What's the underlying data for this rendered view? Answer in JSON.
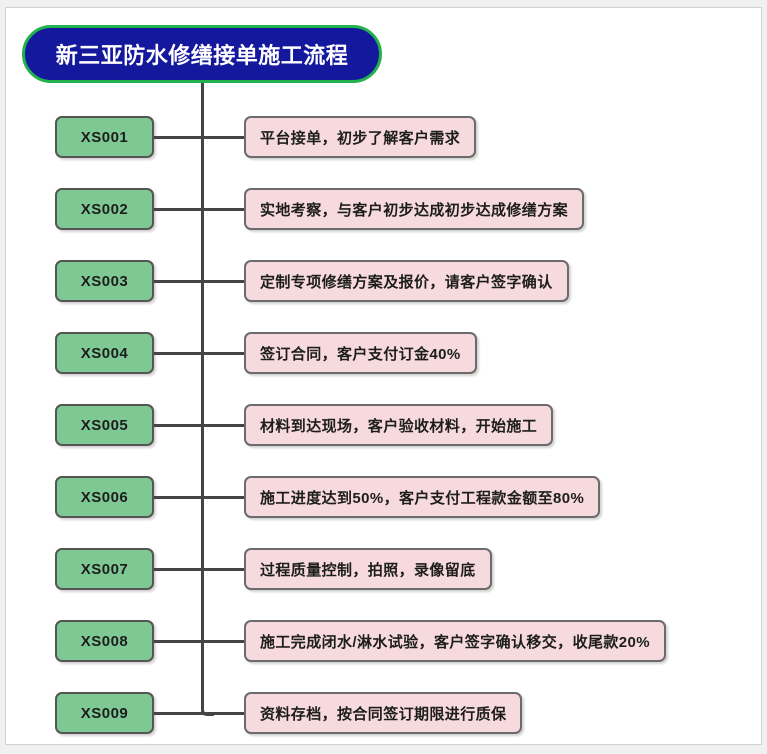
{
  "title": {
    "text": "新三亚防水修缮接单施工流程"
  },
  "colors": {
    "title_fill": "#14189C",
    "title_border": "#22B14C",
    "title_text": "#FFFFFF",
    "id_box_fill": "#7EC894",
    "id_box_border": "#555555",
    "desc_box_fill": "#F7DADE",
    "desc_box_border": "#6B6B6B",
    "connector": "#444444",
    "canvas_bg": "#FFFFFF",
    "page_bg": "#F0F0F0"
  },
  "steps": [
    {
      "id": "XS001",
      "desc": "平台接单，初步了解客户需求"
    },
    {
      "id": "XS002",
      "desc": "实地考察，与客户初步达成初步达成修缮方案"
    },
    {
      "id": "XS003",
      "desc": "定制专项修缮方案及报价，请客户签字确认"
    },
    {
      "id": "XS004",
      "desc": "签订合同，客户支付订金40%"
    },
    {
      "id": "XS005",
      "desc": "材料到达现场，客户验收材料，开始施工"
    },
    {
      "id": "XS006",
      "desc": "施工进度达到50%，客户支付工程款金额至80%"
    },
    {
      "id": "XS007",
      "desc": "过程质量控制，拍照，录像留底"
    },
    {
      "id": "XS008",
      "desc": "施工完成闭水/淋水试验，客户签字确认移交，收尾款20%"
    },
    {
      "id": "XS009",
      "desc": "资料存档，按合同签订期限进行质保"
    }
  ]
}
